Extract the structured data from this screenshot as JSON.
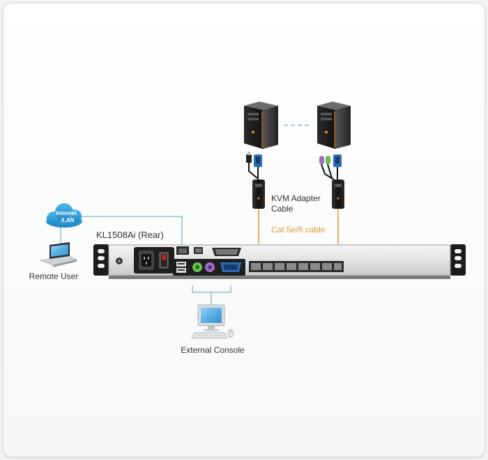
{
  "labels": {
    "cloud": "Internet\n/LAN",
    "remote_user": "Remote User",
    "device": "KL1508Ai (Rear)",
    "adapter_line1": "KVM Adapter",
    "adapter_line2": "Cable",
    "cable": "Cat 5e/6 cable",
    "console": "External Console"
  },
  "colors": {
    "cloud": "#2f9fd8",
    "cable_orange": "#e59a3a",
    "link_blue": "#7fb2cc",
    "adapter_blue": "#2b6cb6",
    "ps2_green": "#6cbf4f",
    "ps2_purple": "#a06cc8"
  },
  "icons": [
    "cloud-icon",
    "laptop-icon",
    "tower-pc-icon",
    "kvm-adapter-icon",
    "monitor-icon",
    "keyboard-icon",
    "mouse-icon",
    "power-socket-icon"
  ]
}
